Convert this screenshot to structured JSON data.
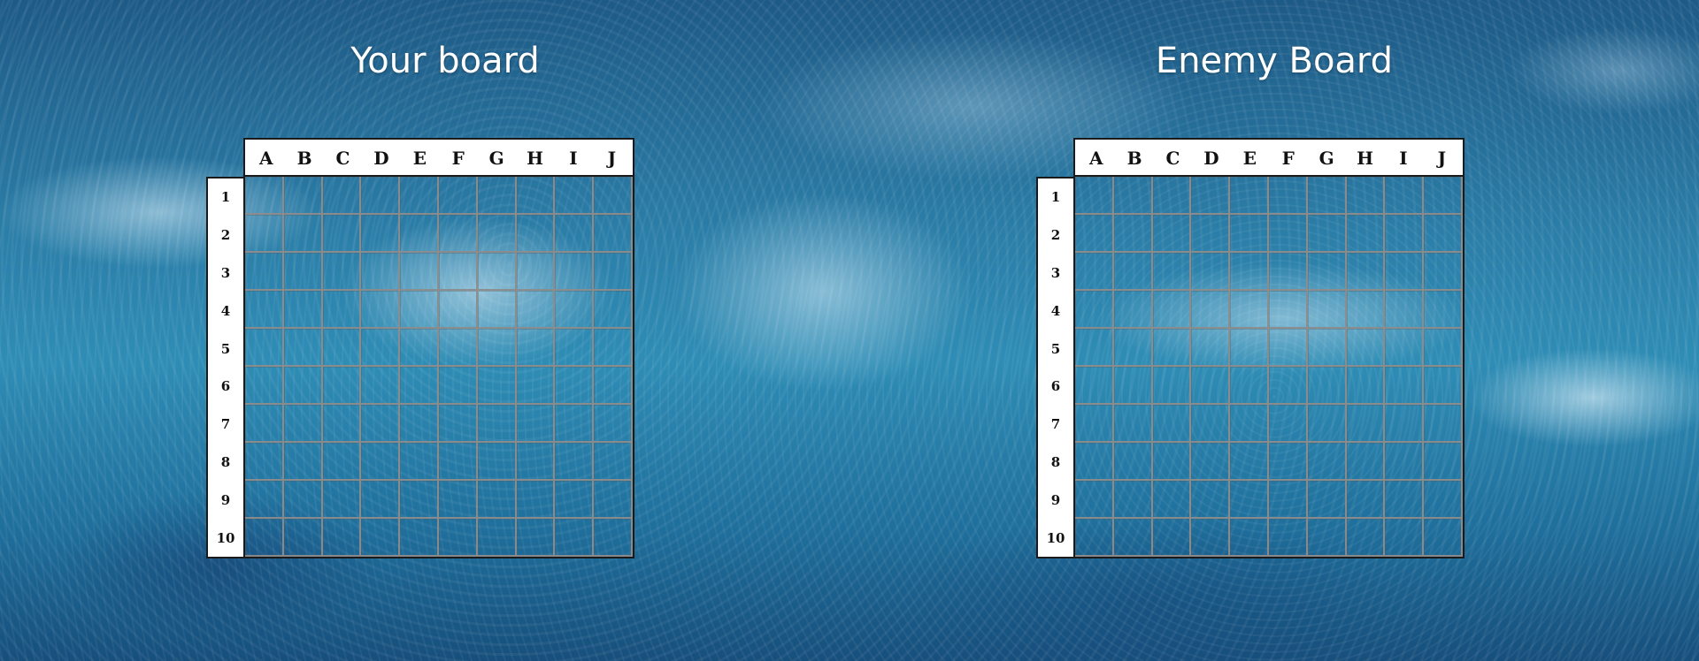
{
  "player_board": {
    "title": "Your board",
    "columns": [
      "A",
      "B",
      "C",
      "D",
      "E",
      "F",
      "G",
      "H",
      "I",
      "J"
    ],
    "rows": [
      "1",
      "2",
      "3",
      "4",
      "5",
      "6",
      "7",
      "8",
      "9",
      "10"
    ]
  },
  "enemy_board": {
    "title": "Enemy Board",
    "columns": [
      "A",
      "B",
      "C",
      "D",
      "E",
      "F",
      "G",
      "H",
      "I",
      "J"
    ],
    "rows": [
      "1",
      "2",
      "3",
      "4",
      "5",
      "6",
      "7",
      "8",
      "9",
      "10"
    ]
  },
  "colors": {
    "header_background": "#ffffff",
    "header_text": "#111111",
    "grid_line": "#8c8c8c",
    "title_text": "#ffffff"
  },
  "background": "ocean-water-texture"
}
